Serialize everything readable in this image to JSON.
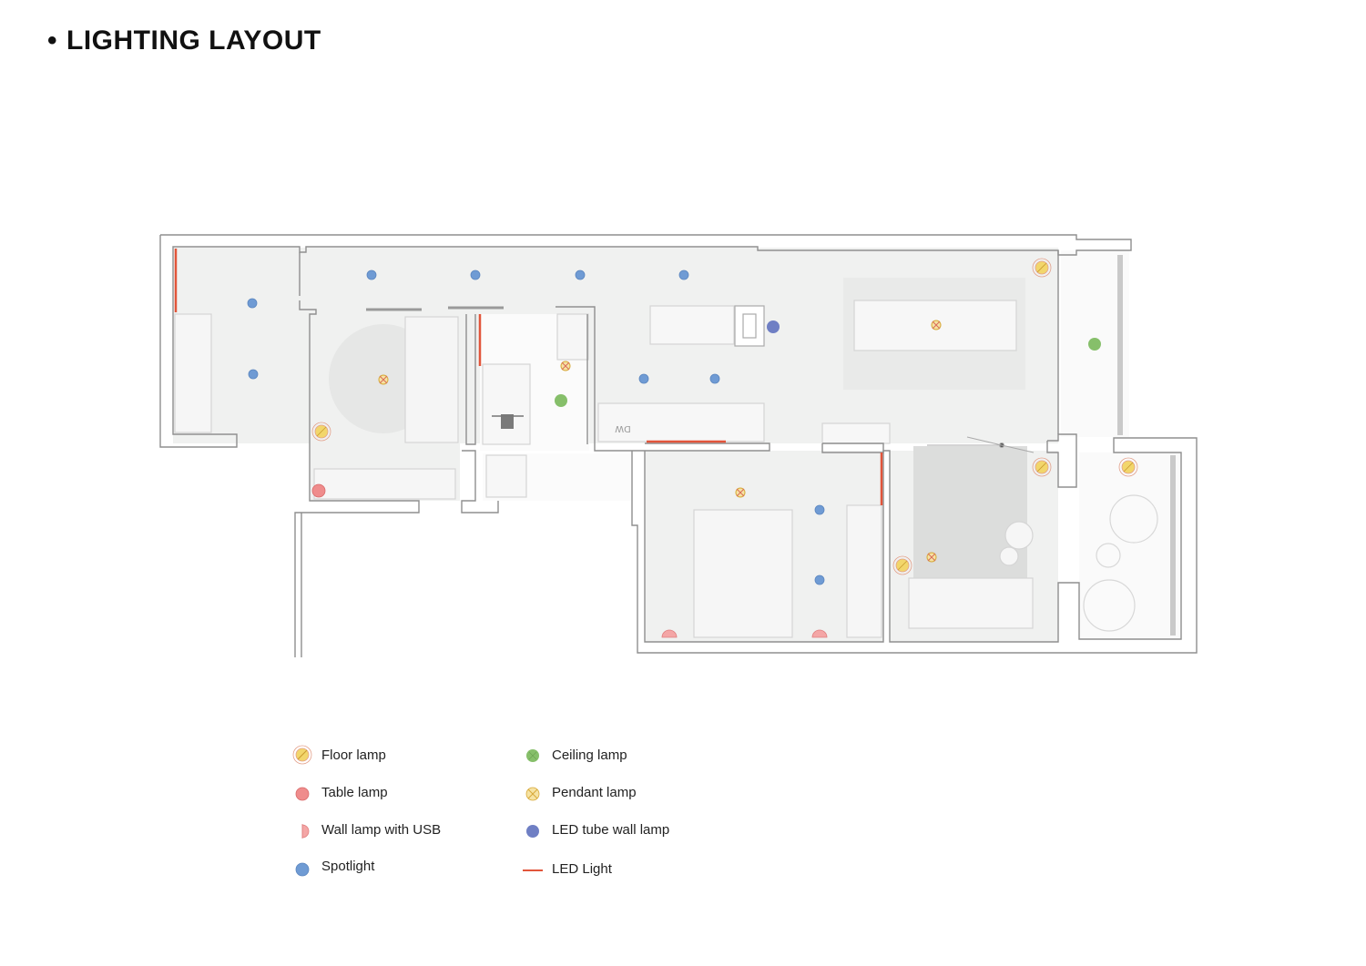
{
  "header": {
    "bullet": "•",
    "title": "LIGHTING LAYOUT"
  },
  "plan": {
    "appliance_label": "DW"
  },
  "colors": {
    "floor_lamp": "#f2d66b",
    "table_lamp": "#ef8c8c",
    "wall_lamp_usb": "#f4a6a6",
    "spotlight": "#6f9bd4",
    "ceiling_lamp": "#86bf6a",
    "pendant_lamp": "#f2cf63",
    "led_tube_wall_lamp": "#6f7fc4",
    "led_light": "#e2553b"
  },
  "legend": {
    "floor_lamp": "Floor lamp",
    "table_lamp": "Table lamp",
    "wall_lamp_usb": "Wall lamp with USB",
    "spotlight": "Spotlight",
    "ceiling_lamp": "Ceiling lamp",
    "pendant_lamp": "Pendant lamp",
    "led_tube_wall_lamp": "LED tube wall lamp",
    "led_light": "LED Light"
  }
}
